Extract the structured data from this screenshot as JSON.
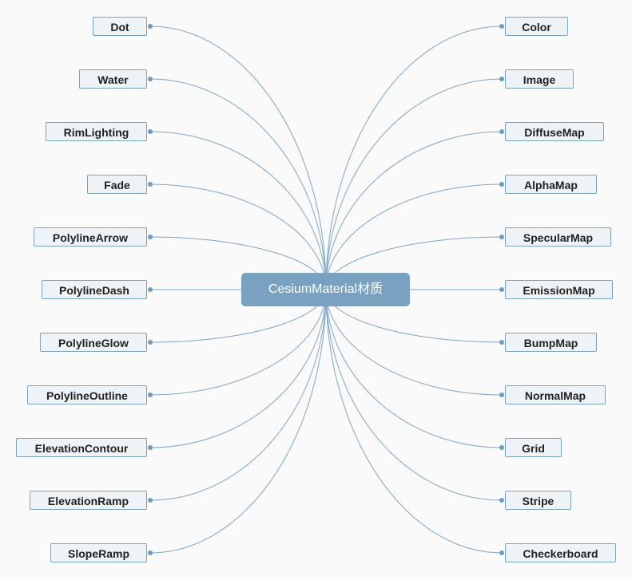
{
  "center": {
    "label": "CesiumMaterial材质"
  },
  "left_nodes": [
    {
      "label": "Dot"
    },
    {
      "label": "Water"
    },
    {
      "label": "RimLighting"
    },
    {
      "label": "Fade"
    },
    {
      "label": "PolylineArrow"
    },
    {
      "label": "PolylineDash"
    },
    {
      "label": "PolylineGlow"
    },
    {
      "label": "PolylineOutline"
    },
    {
      "label": "ElevationContour"
    },
    {
      "label": "ElevationRamp"
    },
    {
      "label": "SlopeRamp"
    }
  ],
  "right_nodes": [
    {
      "label": "Color"
    },
    {
      "label": "Image"
    },
    {
      "label": "DiffuseMap"
    },
    {
      "label": "AlphaMap"
    },
    {
      "label": "SpecularMap"
    },
    {
      "label": "EmissionMap"
    },
    {
      "label": "BumpMap"
    },
    {
      "label": "NormalMap"
    },
    {
      "label": "Grid"
    },
    {
      "label": "Stripe"
    },
    {
      "label": "Checkerboard"
    }
  ],
  "colors": {
    "center_fill": "#78a2c0",
    "node_fill": "#eef3f7",
    "node_border": "#7aa3c2",
    "link": "#7ea6c4"
  }
}
